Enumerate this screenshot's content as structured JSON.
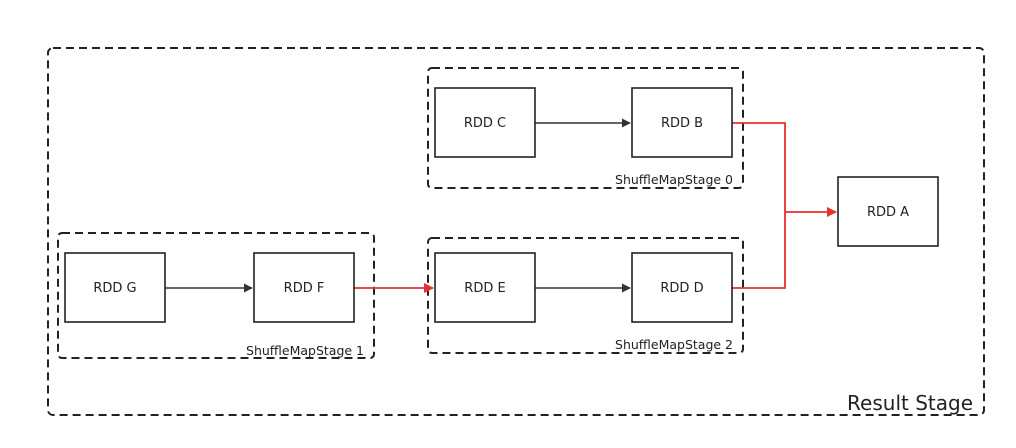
{
  "diagram": {
    "result_stage": {
      "label": "Result Stage"
    },
    "stages": {
      "stage0": {
        "label": "ShuffleMapStage 0"
      },
      "stage1": {
        "label": "ShuffleMapStage 1"
      },
      "stage2": {
        "label": "ShuffleMapStage 2"
      }
    },
    "nodes": {
      "rdd_a": "RDD A",
      "rdd_b": "RDD B",
      "rdd_c": "RDD C",
      "rdd_d": "RDD D",
      "rdd_e": "RDD E",
      "rdd_f": "RDD F",
      "rdd_g": "RDD G"
    },
    "colors": {
      "narrow_dependency": "#333333",
      "shuffle_dependency": "#e8302e",
      "stroke": "#222222",
      "background": "#ffffff"
    }
  }
}
